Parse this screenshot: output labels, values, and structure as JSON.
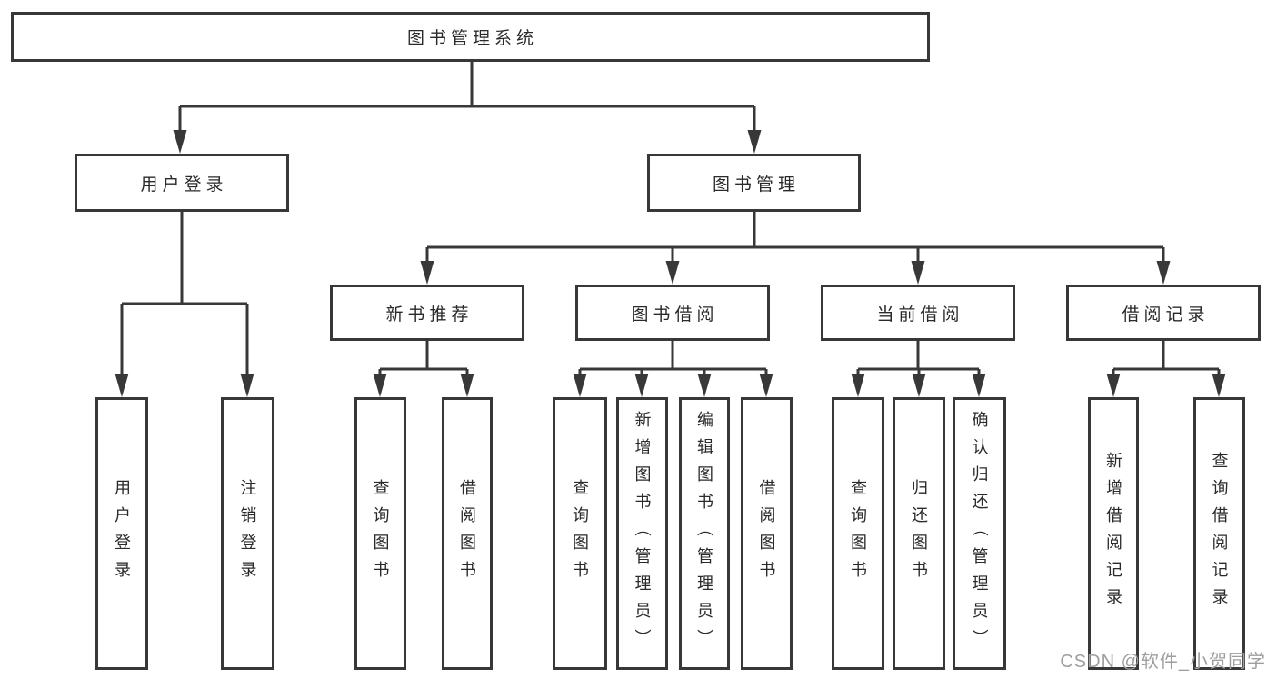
{
  "diagram": {
    "root": {
      "label": "图书管理系统"
    },
    "branches": [
      {
        "label": "用户登录",
        "children": [
          {
            "label": "用户登录"
          },
          {
            "label": "注销登录"
          }
        ]
      },
      {
        "label": "图书管理",
        "children": [
          {
            "label": "新书推荐",
            "children": [
              {
                "label": "查询图书"
              },
              {
                "label": "借阅图书"
              }
            ]
          },
          {
            "label": "图书借阅",
            "children": [
              {
                "label": "查询图书"
              },
              {
                "label": "新增图书（管理员）"
              },
              {
                "label": "编辑图书（管理员）"
              },
              {
                "label": "借阅图书"
              }
            ]
          },
          {
            "label": "当前借阅",
            "children": [
              {
                "label": "查询图书"
              },
              {
                "label": "归还图书"
              },
              {
                "label": "确认归还（管理员）"
              }
            ]
          },
          {
            "label": "借阅记录",
            "children": [
              {
                "label": "新增借阅记录"
              },
              {
                "label": "查询借阅记录"
              }
            ]
          }
        ]
      }
    ]
  },
  "watermark": {
    "text": "CSDN @软件_小贺同学"
  },
  "colors": {
    "line": "#383838",
    "box_border": "#383838",
    "text": "#2a2a2a",
    "background": "#ffffff",
    "watermark": "#9e9e9e"
  }
}
